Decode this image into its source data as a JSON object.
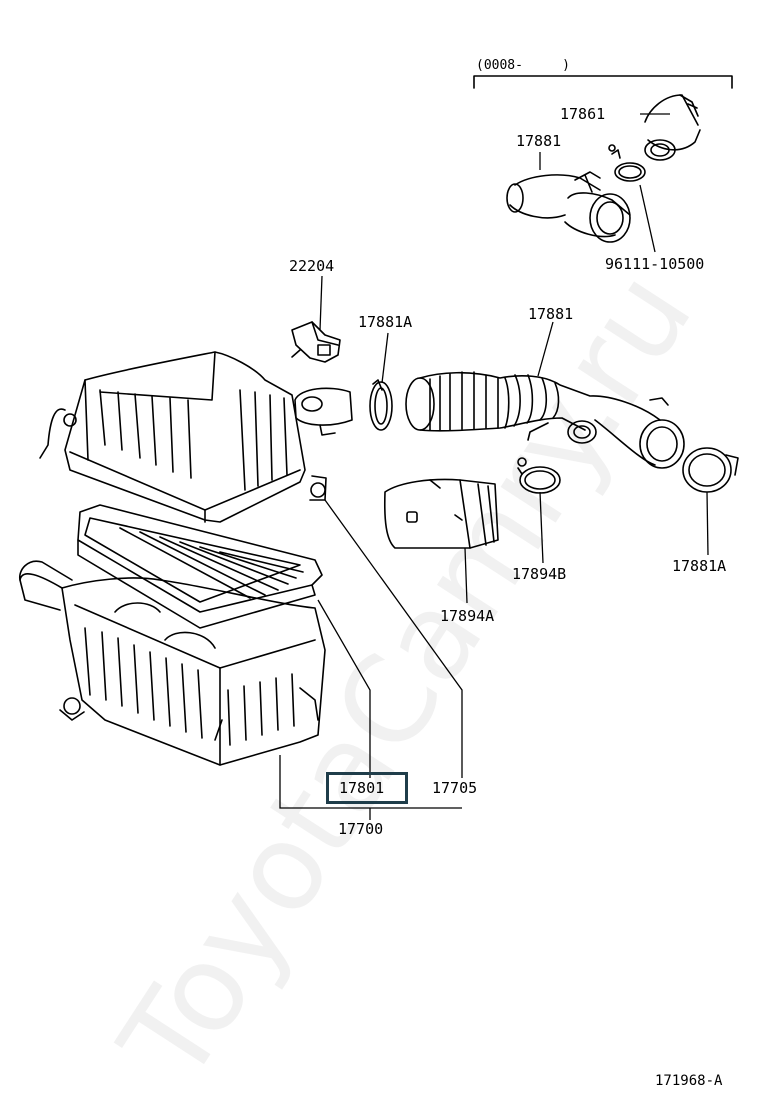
{
  "diagram_id": "171968-A",
  "watermark": "ToyotaCamry.ru",
  "date_range": "(0008-     )",
  "labels": {
    "p17861": "17861",
    "p17881_top": "17881",
    "p96111": "96111-10500",
    "p22204": "22204",
    "p17881A_left": "17881A",
    "p17881_mid": "17881",
    "p17894B": "17894B",
    "p17881A_right": "17881A",
    "p17894A": "17894A",
    "p17801": "17801",
    "p17705": "17705",
    "p17700": "17700"
  },
  "selected_part": "17801"
}
